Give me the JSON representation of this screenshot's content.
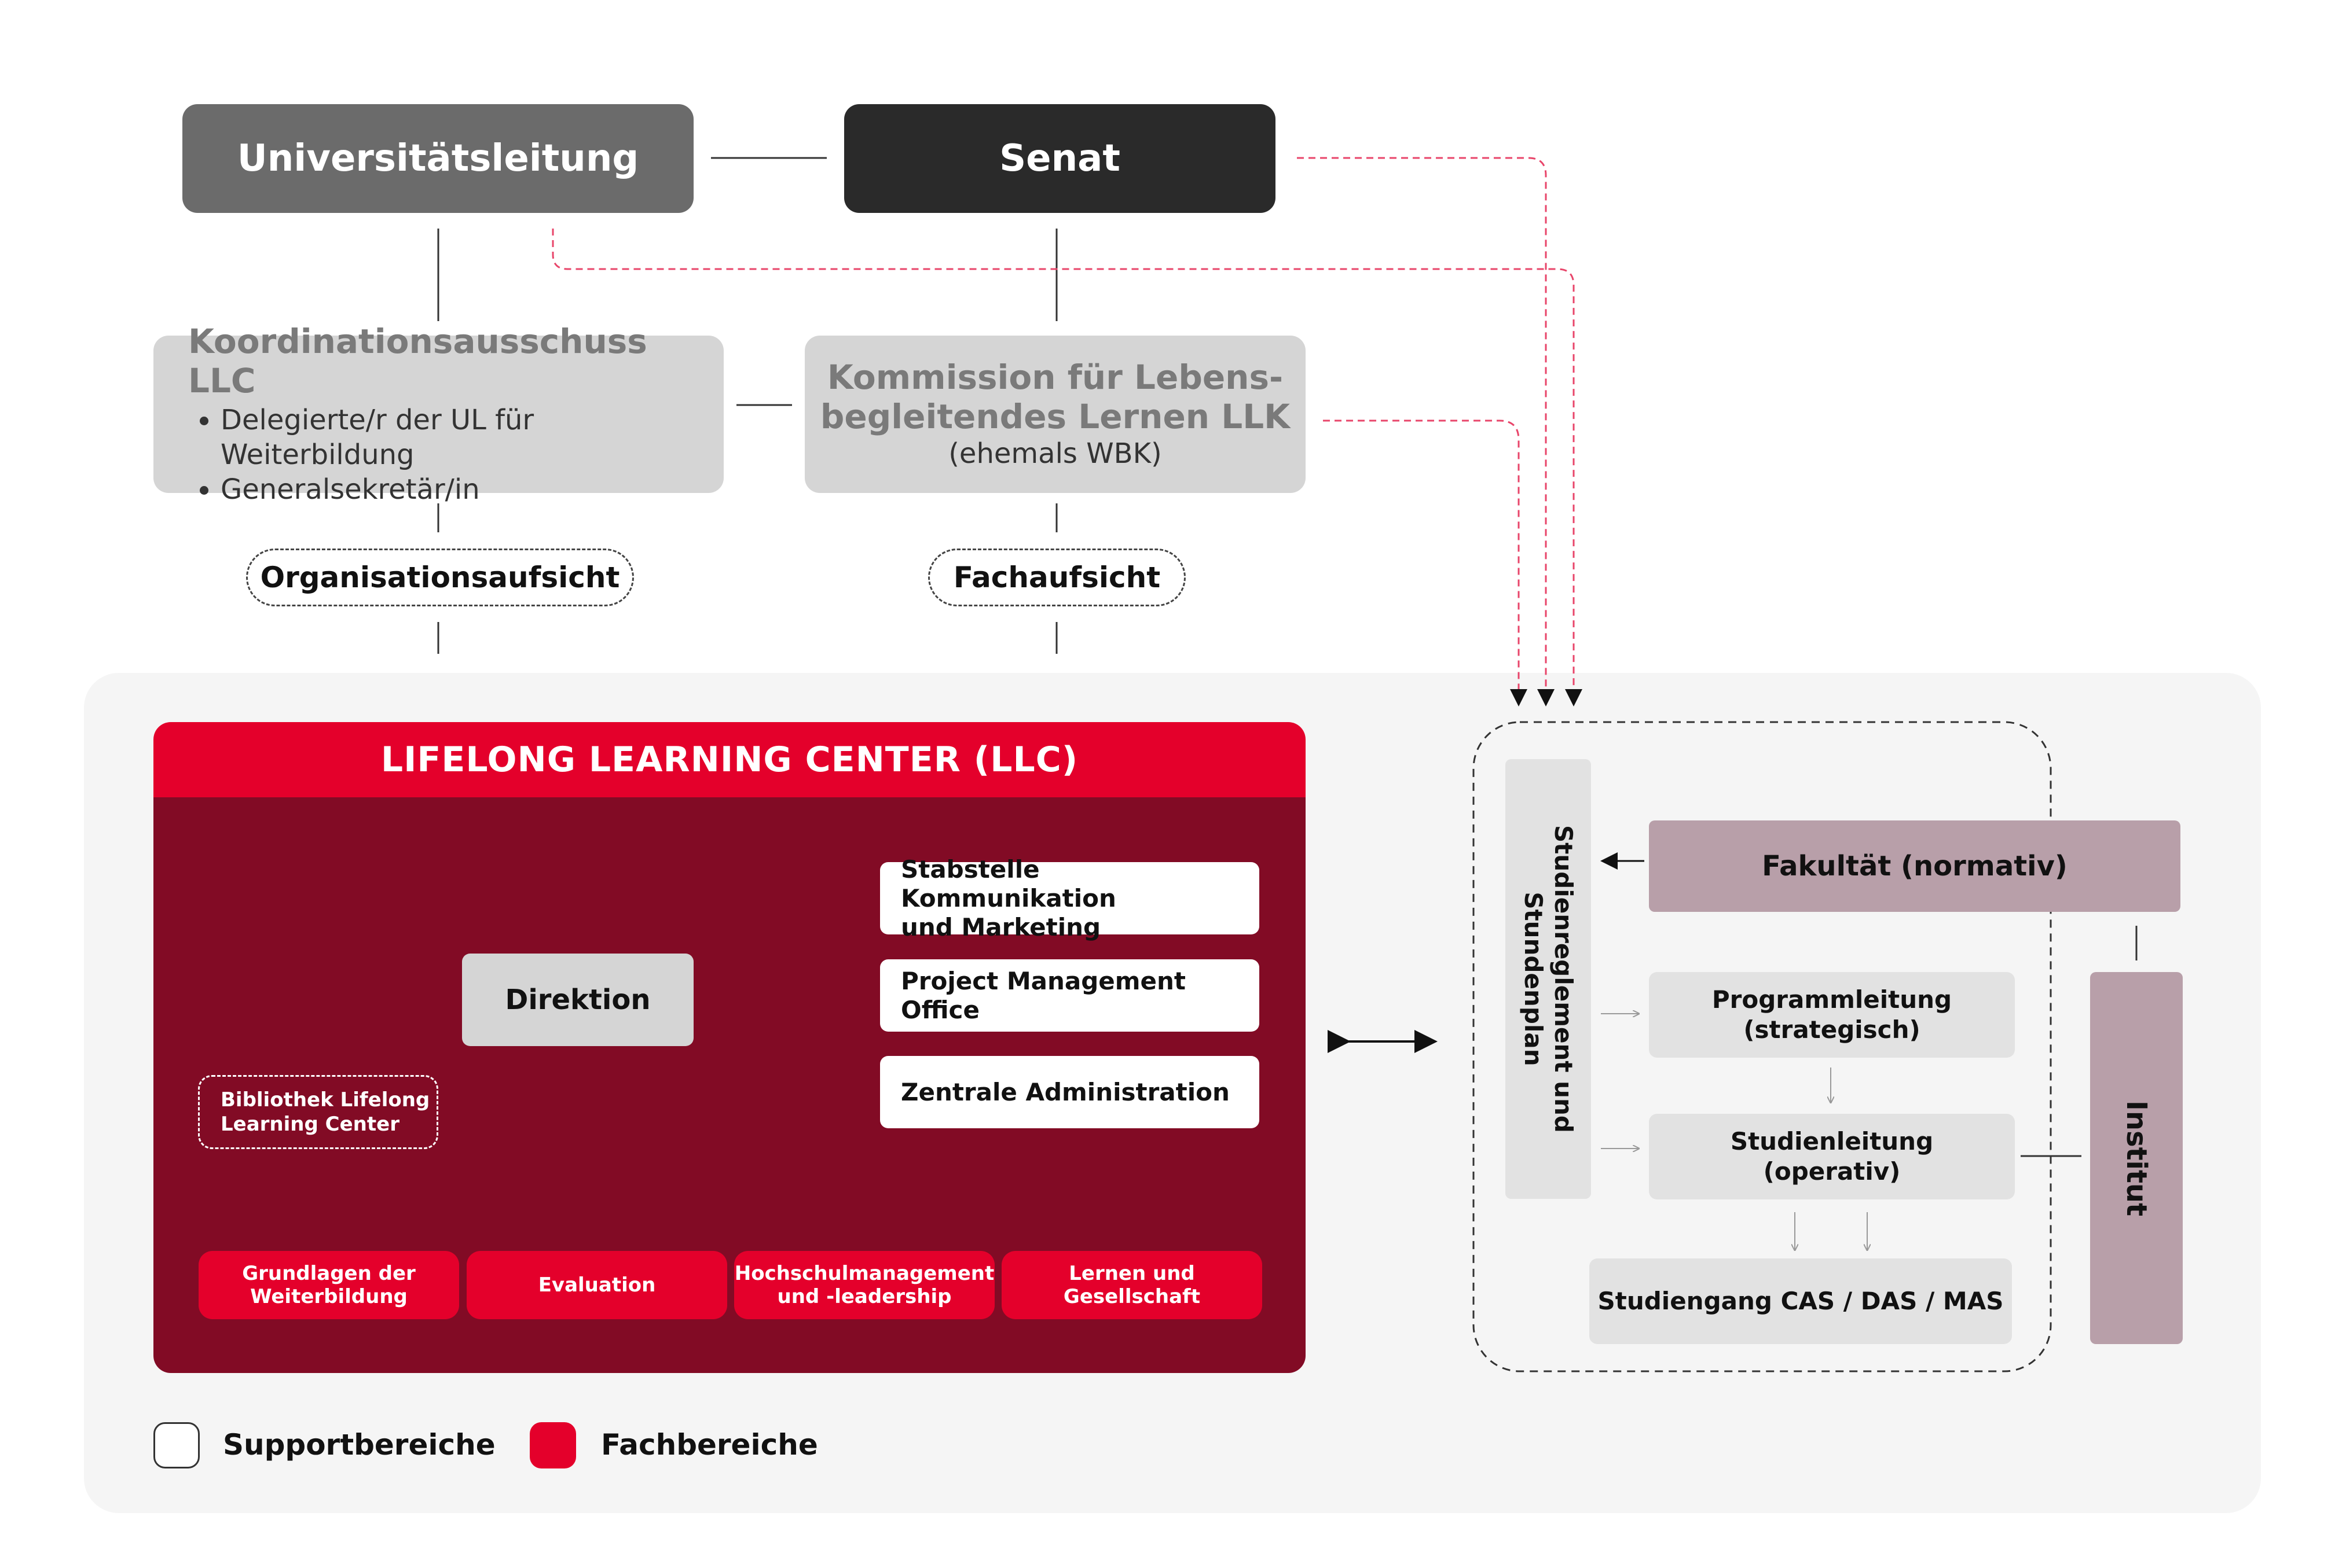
{
  "nodes": {
    "universitaetsleitung": "Universitätsleitung",
    "senat": "Senat",
    "koordinationsausschuss_title": "Koordinationsausschuss LLC",
    "koordinationsausschuss_items": [
      "Delegierte/r der UL für Weiterbildung",
      "Generalsekretär/in"
    ],
    "kommission_title_1": "Kommission für Lebens-",
    "kommission_title_2": "begleitendes Lernen LLK",
    "kommission_sub": "(ehemals WBK)",
    "organisationsaufsicht": "Organisationsaufsicht",
    "fachaufsicht": "Fachaufsicht",
    "llc_title": "LIFELONG LEARNING CENTER (LLC)",
    "direktion": "Direktion",
    "stabstelle_1": "Stabstelle Kommunikation",
    "stabstelle_2": "und Marketing",
    "pmo_1": "Project Management",
    "pmo_2": "Office",
    "zentrale_administration": "Zentrale Administration",
    "bibliothek_1": "Bibliothek Lifelong",
    "bibliothek_2": "Learning Center",
    "fach_grundlagen_1": "Grundlagen der",
    "fach_grundlagen_2": "Weiterbildung",
    "fach_evaluation": "Evaluation",
    "fach_hochschul_1": "Hochschulmanagement",
    "fach_hochschul_2": "und -leadership",
    "fach_lernen": "Lernen und Gesellschaft",
    "studienreglement_1": "Studienreglement und",
    "studienreglement_2": "Stundenplan",
    "fakultaet": "Fakultät (normativ)",
    "programmleitung_1": "Programmleitung",
    "programmleitung_2": "(strategisch)",
    "studienleitung_1": "Studienleitung",
    "studienleitung_2": "(operativ)",
    "studiengang": "Studiengang CAS / DAS / MAS",
    "institut": "Institut"
  },
  "legend": {
    "support": "Supportbereiche",
    "fach": "Fachbereiche"
  },
  "colors": {
    "red": "#e4002b",
    "dark_red": "#820b25",
    "dark_grey": "#6b6b6b",
    "black": "#2a2a2a",
    "mauve": "#b89fa9",
    "dashed_pink": "#e8456a"
  }
}
